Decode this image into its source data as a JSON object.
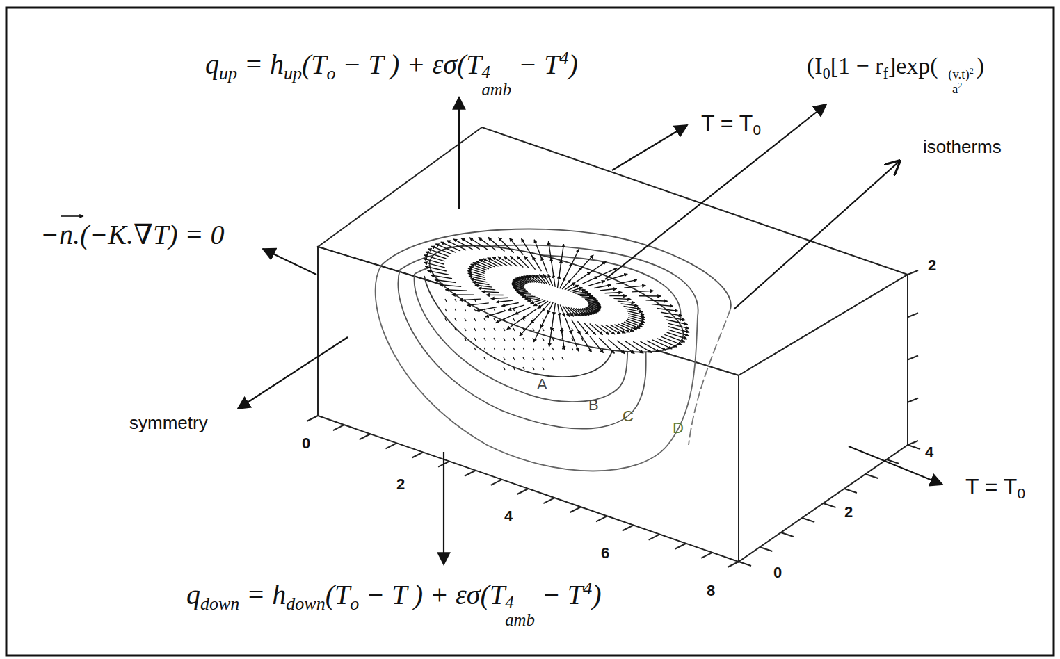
{
  "diagram": {
    "labels": [
      "q",
      "up",
      " = h",
      "up",
      "(T",
      "o",
      " − T ) + εσ(T",
      "4",
      "amb",
      " − T",
      "4",
      ")",
      "(I",
      "0",
      "[1 − r",
      "f",
      "]exp",
      "(",
      "−(v.t)",
      "2",
      "a",
      "2",
      ")",
      "T = T",
      "0",
      "isotherms",
      "−n.(−K.∇T) = 0",
      "symmetry",
      "A",
      "B",
      "C",
      "D",
      "T = T",
      "0",
      "q",
      "down",
      " = h",
      "down",
      "(T",
      "o",
      " − T ) + εσ(T",
      "4",
      "amb",
      " − T",
      "4",
      ")",
      "0",
      "2",
      "4",
      "6",
      "8",
      "2",
      "4",
      "2",
      "0"
    ]
  }
}
